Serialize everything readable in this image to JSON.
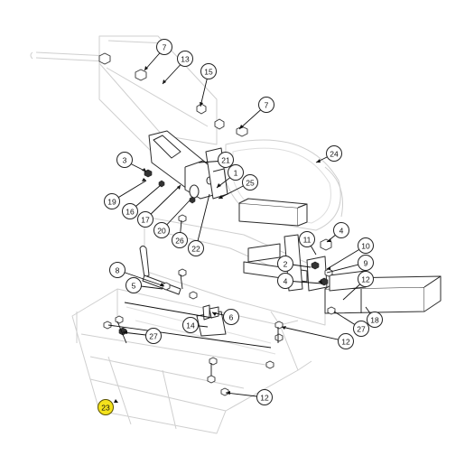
{
  "diagram": {
    "callouts": [
      {
        "label": "7",
        "highlighted": false
      },
      {
        "label": "13",
        "highlighted": false
      },
      {
        "label": "15",
        "highlighted": false
      },
      {
        "label": "7",
        "highlighted": false
      },
      {
        "label": "24",
        "highlighted": false
      },
      {
        "label": "3",
        "highlighted": false
      },
      {
        "label": "21",
        "highlighted": false
      },
      {
        "label": "1",
        "highlighted": false
      },
      {
        "label": "19",
        "highlighted": false
      },
      {
        "label": "25",
        "highlighted": false
      },
      {
        "label": "16",
        "highlighted": false
      },
      {
        "label": "17",
        "highlighted": false
      },
      {
        "label": "20",
        "highlighted": false
      },
      {
        "label": "22",
        "highlighted": false
      },
      {
        "label": "26",
        "highlighted": false
      },
      {
        "label": "4",
        "highlighted": false
      },
      {
        "label": "11",
        "highlighted": false
      },
      {
        "label": "10",
        "highlighted": false
      },
      {
        "label": "2",
        "highlighted": false
      },
      {
        "label": "9",
        "highlighted": false
      },
      {
        "label": "8",
        "highlighted": false
      },
      {
        "label": "4",
        "highlighted": false
      },
      {
        "label": "12",
        "highlighted": false
      },
      {
        "label": "5",
        "highlighted": false
      },
      {
        "label": "18",
        "highlighted": false
      },
      {
        "label": "6",
        "highlighted": false
      },
      {
        "label": "14",
        "highlighted": false
      },
      {
        "label": "27",
        "highlighted": false
      },
      {
        "label": "27",
        "highlighted": false
      },
      {
        "label": "12",
        "highlighted": false
      },
      {
        "label": "12",
        "highlighted": false
      },
      {
        "label": "23",
        "highlighted": true
      }
    ],
    "colors": {
      "highlight": "#f4e21c",
      "line": "#222222",
      "ghost": "#cfcfcf",
      "background": "#ffffff"
    }
  }
}
